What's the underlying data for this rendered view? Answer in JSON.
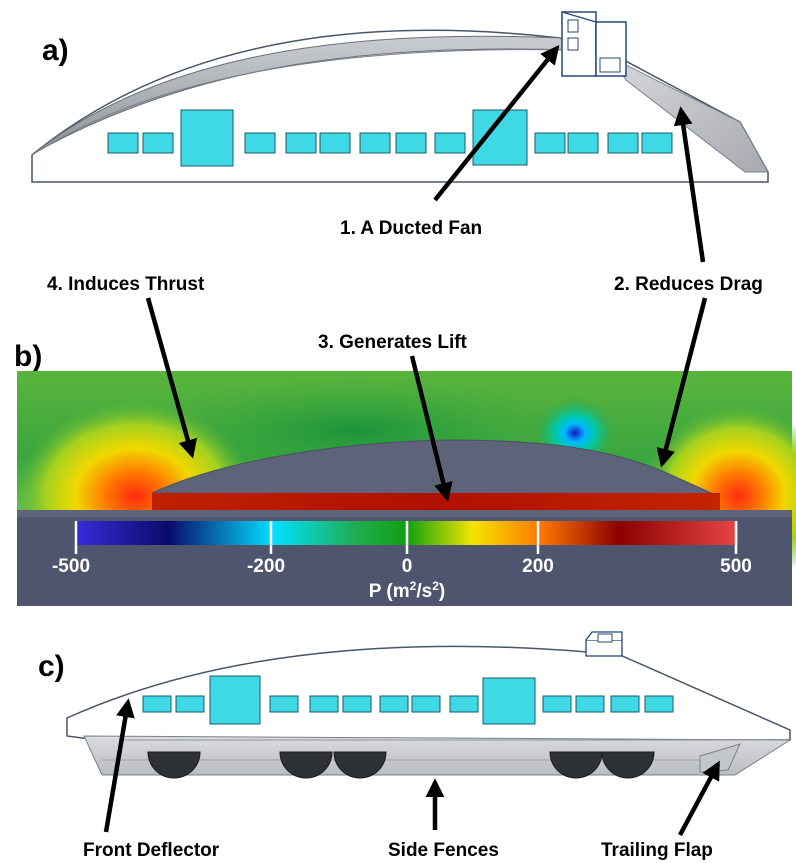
{
  "panels": {
    "a": "a)",
    "b": "b)",
    "c": "c)"
  },
  "annotations": {
    "ducted_fan": "1. A Ducted Fan",
    "reduces_drag": "2. Reduces Drag",
    "generates_lift": "3.  Generates Lift",
    "induces_thrust": "4.  Induces Thrust",
    "front_deflector": "Front Deflector",
    "side_fences": "Side Fences",
    "trailing_flap": "Trailing Flap"
  },
  "colorbar": {
    "title_main": "P (m",
    "title_sup1": "2",
    "title_mid": "/s",
    "title_sup2": "2",
    "title_end": ")",
    "ticks": [
      "-500",
      "-200",
      "0",
      "200",
      "500"
    ],
    "colors": [
      "#2b1fd9",
      "#000080",
      "#00e5ff",
      "#22b84a",
      "#00a000",
      "#f2e600",
      "#ff8c00",
      "#ff3300",
      "#7a0000",
      "#e63838"
    ]
  },
  "colors": {
    "field_green": "#3ea83a",
    "body_gray": "#5d6378",
    "colorbar_bg": "#4f556e",
    "window_cyan": "#3fd9e6"
  }
}
